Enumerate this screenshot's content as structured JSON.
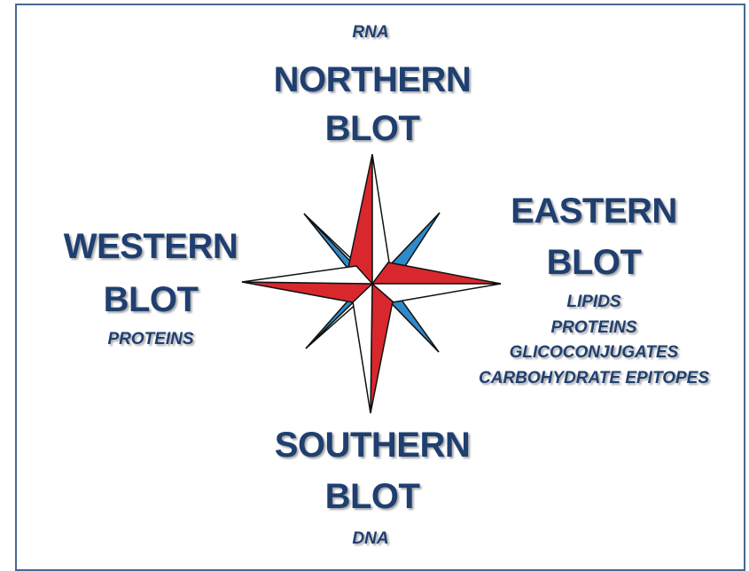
{
  "north": {
    "subtitle": "RNA",
    "line1": "NORTHERN",
    "line2": "BLOT"
  },
  "east": {
    "line1": "EASTERN",
    "line2": "BLOT",
    "items": [
      "LIPIDS",
      "PROTEINS",
      "GLICOCONJUGATES",
      "CARBOHYDRATE EPITOPES"
    ]
  },
  "west": {
    "line1": "WESTERN",
    "line2": "BLOT",
    "subtitle": "PROTEINS"
  },
  "south": {
    "line1": "SOUTHERN",
    "line2": "BLOT",
    "subtitle": "DNA"
  },
  "colors": {
    "text": "#1f3f70",
    "red": "#d8282e",
    "blue": "#2e8ac8",
    "border": "#4a6892"
  }
}
